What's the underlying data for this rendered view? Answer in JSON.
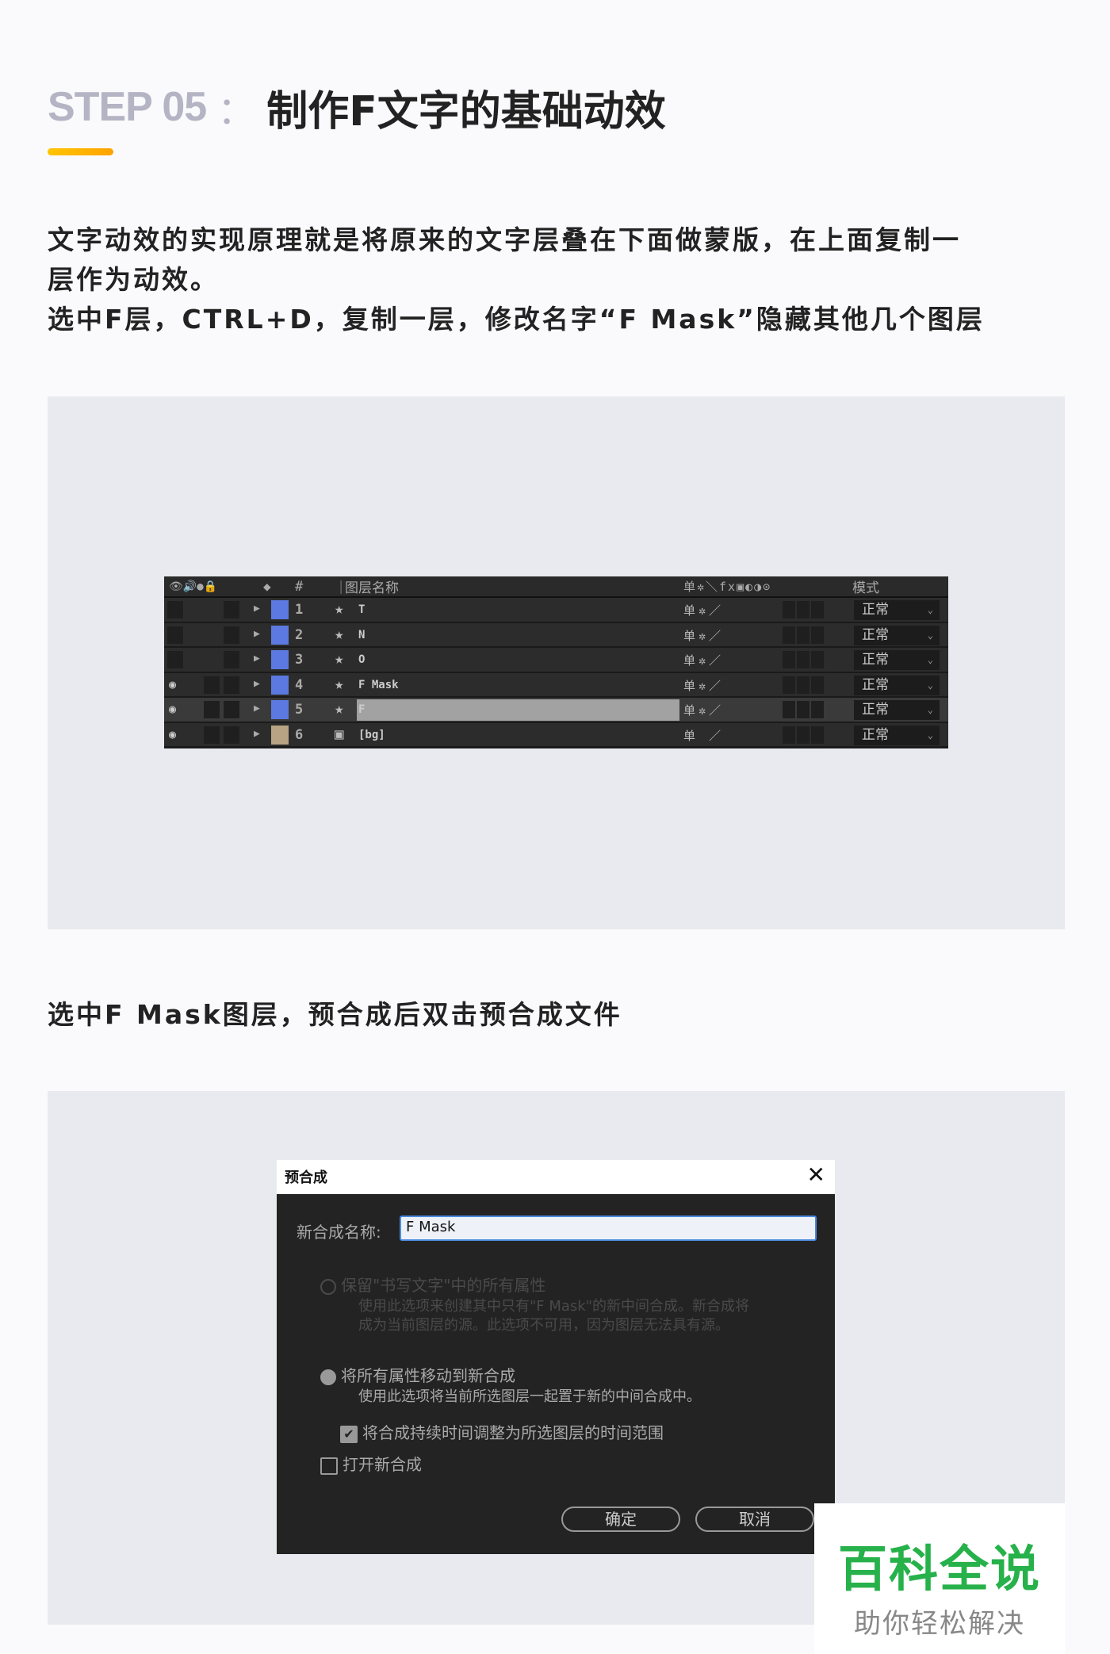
{
  "header": {
    "step": "STEP 05",
    "colon": "：",
    "title": "制作F文字的基础动效"
  },
  "text": {
    "line1": "文字动效的实现原理就是将原来的文字层叠在下面做蒙版，在上面复制一",
    "line2": "层作为动效。",
    "line3": "选中F层，CTRL+D，复制一层，修改名字“F Mask”隐藏其他几个图层",
    "line4": "选中F Mask图层，预合成后双击预合成文件"
  },
  "layer_panel": {
    "header": {
      "icons": "👁🔊●🔒",
      "label_icon": "tag-icon",
      "number": "#",
      "name": "图层名称",
      "switches": "单✲＼fx▣◐◑⊙",
      "mode": "模式"
    },
    "layers": [
      {
        "num": "1",
        "name": "T",
        "color": "#5b79e0",
        "visible": false,
        "selected": false,
        "mode": "正常"
      },
      {
        "num": "2",
        "name": "N",
        "color": "#5b79e0",
        "visible": false,
        "selected": false,
        "mode": "正常"
      },
      {
        "num": "3",
        "name": "O",
        "color": "#5b79e0",
        "visible": false,
        "selected": false,
        "mode": "正常"
      },
      {
        "num": "4",
        "name": "F Mask",
        "color": "#5b79e0",
        "visible": true,
        "selected": false,
        "mode": "正常"
      },
      {
        "num": "5",
        "name": "F",
        "color": "#5b79e0",
        "visible": true,
        "selected": true,
        "mode": "正常"
      },
      {
        "num": "6",
        "name": "[bg]",
        "color": "#b8a384",
        "visible": true,
        "selected": false,
        "mode": "正常"
      }
    ]
  },
  "dialog": {
    "title": "预合成",
    "close": "✕",
    "name_label": "新合成名称:",
    "name_value": "F Mask",
    "option1": {
      "label": "保留\"书写文字\"中的所有属性",
      "desc1": "使用此选项来创建其中只有\"F Mask\"的新中间合成。新合成将",
      "desc2": "成为当前图层的源。此选项不可用，因为图层无法具有源。",
      "selected": false,
      "disabled": true
    },
    "option2": {
      "label": "将所有属性移动到新合成",
      "desc": "使用此选项将当前所选图层一起置于新的中间合成中。",
      "selected": true
    },
    "adjust_duration": {
      "label": "将合成持续时间调整为所选图层的时间范围",
      "checked": true
    },
    "open_new": {
      "label": "打开新合成",
      "checked": false
    },
    "ok": "确定",
    "cancel": "取消"
  },
  "watermark": {
    "title": "百科全说",
    "subtitle": "助你轻松解决"
  }
}
